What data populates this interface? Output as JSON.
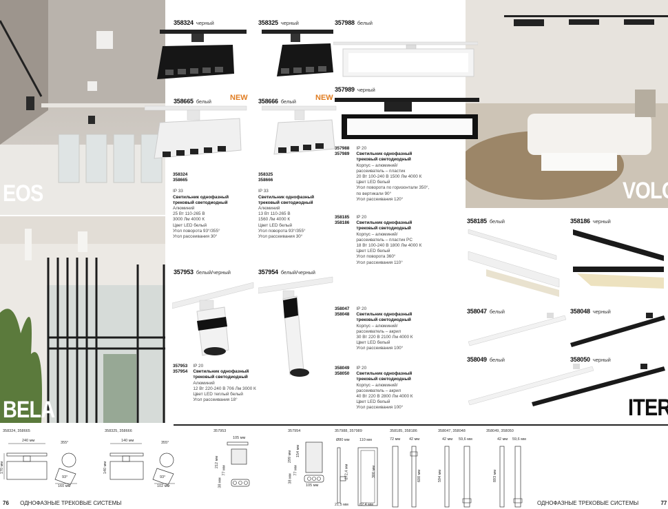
{
  "left_panel": {
    "eos_label": "EOS",
    "bela_label": "BELA"
  },
  "right_panel": {
    "volo_label": "VOLO",
    "iter_label": "ITER"
  },
  "products": {
    "p358324": {
      "code": "358324",
      "color": "черный"
    },
    "p358325": {
      "code": "358325",
      "color": "черный"
    },
    "p357988": {
      "code": "357988",
      "color": "белый"
    },
    "p357989": {
      "code": "357989",
      "color": "черный"
    },
    "p358665": {
      "code": "358665",
      "color": "белый",
      "badge": "NEW"
    },
    "p358666": {
      "code": "358666",
      "color": "белый",
      "badge": "NEW"
    },
    "p357953": {
      "code": "357953",
      "color": "белый/черный"
    },
    "p357954": {
      "code": "357954",
      "color": "белый/черный"
    },
    "p358185": {
      "code": "358185",
      "color": "белый"
    },
    "p358186": {
      "code": "358186",
      "color": "черный"
    },
    "p358047": {
      "code": "358047",
      "color": "белый"
    },
    "p358048": {
      "code": "358048",
      "color": "черный"
    },
    "p358049": {
      "code": "358049",
      "color": "белый"
    },
    "p358050": {
      "code": "358050",
      "color": "черный"
    }
  },
  "specs": {
    "s1": {
      "codes": [
        "358324",
        "358665"
      ],
      "ip": "IP 33",
      "title": [
        "Светильник однофазный",
        "трековый светодиодный"
      ],
      "lines": [
        "Алюминий",
        "25 Вт   110-265 В",
        "3000 Лм   4000 К",
        "Цвет LED белый",
        "Угол поворота 93°/355°",
        "Угол рассеивания 30°"
      ]
    },
    "s2": {
      "codes": [
        "358325",
        "358666"
      ],
      "ip": "IP 33",
      "title": [
        "Светильник однофазный",
        "трековый светодиодный"
      ],
      "lines": [
        "Алюминий",
        "13 Вт   110-265 В",
        "1560 Лм   4000 К",
        "Цвет LED белый",
        "Угол поворота 93°/355°",
        "Угол рассеивания 30°"
      ]
    },
    "s3": {
      "codes": [
        "357988",
        "357989"
      ],
      "ip": "IP 20",
      "title": [
        "Светильник однофазный",
        "трековый светодиодный"
      ],
      "lines": [
        "Корпус – алюминий/",
        "рассеиватель – пластик",
        "20 Вт   100-240 В   1500 Лм   4000 К",
        "Цвет LED белый",
        "Угол поворота по горизонтали 350°,",
        "по вертикали 90°",
        "Угол рассеивания 120°"
      ]
    },
    "s4": {
      "codes": [
        "358185",
        "358186"
      ],
      "ip": "IP 20",
      "title": [
        "Светильник однофазный",
        "трековый светодиодный"
      ],
      "lines": [
        "Корпус – алюминий/",
        "рассеиватель – пластик PC",
        "18 Вт   100-240 В   1800 Лм   4000 К",
        "Цвет LED белый",
        "Угол поворота 360°",
        "Угол рассеивания 110°"
      ]
    },
    "s5": {
      "codes": [
        "357953",
        "357954"
      ],
      "ip": "IP 20",
      "title": [
        "Светильник однофазный",
        "трековый светодиодный"
      ],
      "lines": [
        "Алюминий",
        "12 Вт   220-240 В   706 Лм   3000 К",
        "Цвет LED теплый белый",
        "Угол рассеивания 18°"
      ]
    },
    "s6": {
      "codes": [
        "358047",
        "358048"
      ],
      "ip": "IP 20",
      "title": [
        "Светильник однофазный",
        "трековый светодиодный"
      ],
      "lines": [
        "Корпус – алюминий/",
        "рассеиватель – акрил",
        "30 Вт   220 В   2100 Лм   4000 К",
        "Цвет LED белый",
        "Угол рассеивания 100°"
      ]
    },
    "s7": {
      "codes": [
        "358049",
        "358050"
      ],
      "ip": "IP 20",
      "title": [
        "Светильник однофазный",
        "трековый светодиодный"
      ],
      "lines": [
        "Корпус – алюминий/",
        "рассеиватель – акрил",
        "40 Вт   220 В   2800 Лм   4000 К",
        "Цвет LED белый",
        "Угол рассеивания 100°"
      ]
    }
  },
  "drawings": {
    "d1": {
      "label": "358324, 358665",
      "w": "240 мм",
      "h": "170 мм",
      "a1": "355°",
      "a2": "93°",
      "b": "160 мм"
    },
    "d2": {
      "label": "358325, 358666",
      "w": "140 мм",
      "h": "140 мм",
      "a1": "355°",
      "a2": "93°",
      "b": "102 мм"
    },
    "d3": {
      "label": "357953",
      "w": "105 мм",
      "h1": "212 мм",
      "h2": "77 мм",
      "h3": "38 мм"
    },
    "d4": {
      "label": "357954",
      "h1": "299 мм",
      "h2": "154 мм",
      "h3": "77 мм",
      "h4": "38 мм",
      "w": "105 мм"
    },
    "d5": {
      "label": "357988, 357989",
      "d": "Ø80 мм",
      "w": "110 мм",
      "h1": "272,4 мм",
      "h2": "300 мм",
      "b1": "21,5 мм",
      "b2": "82,4 мм"
    },
    "d6": {
      "label": "358185, 358186",
      "w1": "72 мм",
      "w2": "42 мм",
      "h": "600 мм"
    },
    "d7": {
      "label": "358047, 358048",
      "w1": "42 мм",
      "w2": "59,6 мм",
      "h": "594 мм"
    },
    "d8": {
      "label": "358049, 358050",
      "w1": "42 мм",
      "w2": "59,6 мм",
      "h": "893 мм"
    }
  },
  "footer": {
    "left_page": "76",
    "left_title": "ОДНОФАЗНЫЕ ТРЕКОВЫЕ СИСТЕМЫ",
    "right_title": "ОДНОФАЗНЫЕ ТРЕКОВЫЕ СИСТЕМЫ",
    "right_page": "77"
  }
}
